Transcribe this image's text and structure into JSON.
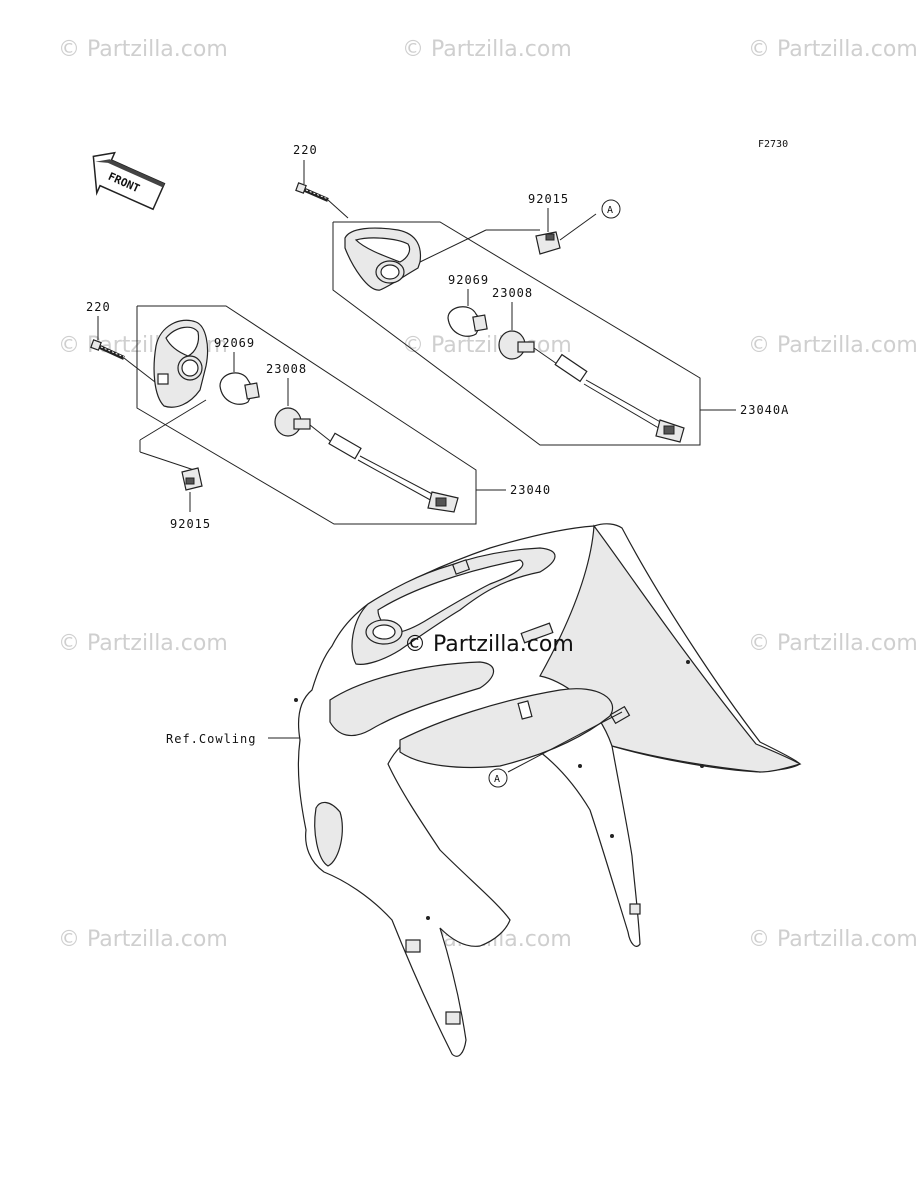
{
  "watermark": "© Partzilla.com",
  "center_watermark": "© Partzilla.com",
  "figure_code": "F2730",
  "front_label": "FRONT",
  "callout_letter": "A",
  "labels": {
    "bolt_upper": "220",
    "clip_upper": "92015",
    "bulb_upper": "92069",
    "socket_upper": "23008",
    "assembly_upper": "23040A",
    "bolt_lower": "220",
    "bulb_lower": "92069",
    "socket_lower": "23008",
    "assembly_lower": "23040",
    "clip_lower": "92015",
    "ref_cowling": "Ref.Cowling"
  }
}
